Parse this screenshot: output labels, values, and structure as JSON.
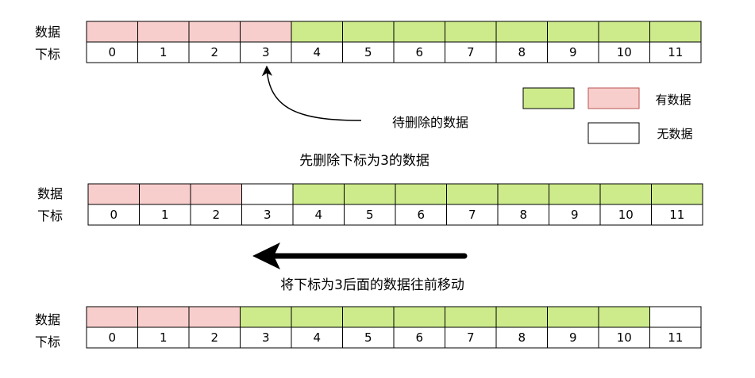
{
  "colors": {
    "has_data": "#f8cecc",
    "has_data_border": "#b85450",
    "no_data": "#ffffff",
    "green": "#cdeb8b",
    "grid": "#000000"
  },
  "row_labels": {
    "data": "数据",
    "index": "下标"
  },
  "indices": [
    "0",
    "1",
    "2",
    "3",
    "4",
    "5",
    "6",
    "7",
    "8",
    "9",
    "10",
    "11"
  ],
  "arrays": [
    {
      "cells": [
        "red",
        "red",
        "red",
        "red",
        "green",
        "green",
        "green",
        "green",
        "green",
        "green",
        "green",
        "green"
      ]
    },
    {
      "cells": [
        "red",
        "red",
        "red",
        "white",
        "green",
        "green",
        "green",
        "green",
        "green",
        "green",
        "green",
        "green"
      ]
    },
    {
      "cells": [
        "red",
        "red",
        "red",
        "green",
        "green",
        "green",
        "green",
        "green",
        "green",
        "green",
        "green",
        "white"
      ]
    }
  ],
  "labels": {
    "to_delete": "待删除的数据",
    "step1": "先删除下标为3的数据",
    "step2": "将下标为3后面的数据往前移动"
  },
  "legend": {
    "has_data": "有数据",
    "no_data": "无数据"
  }
}
